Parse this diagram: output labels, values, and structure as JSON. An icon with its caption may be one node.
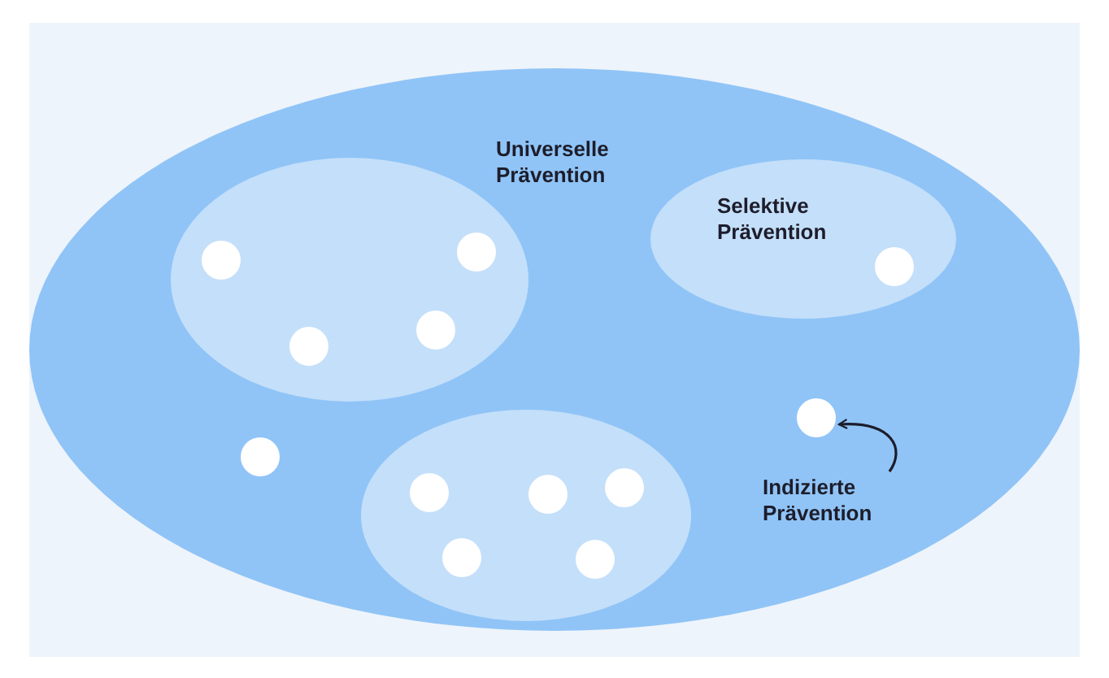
{
  "diagram": {
    "nodes": [
      {
        "text": [
          "Universelle Prävention"
        ]
      },
      {
        "text": [],
        "shape": "circle",
        "in": 0
      },
      {
        "text": [
          "Selektive Prävention"
        ],
        "in": 0
      },
      {
        "text": [],
        "shape": "circle",
        "in": 0
      },
      {
        "text": [
          "Indizierte Prävention"
        ],
        "in": 0
      },
      {
        "text": [],
        "shape": "circle",
        "in": 0
      }
    ],
    "edges": [
      {
        "from": 4,
        "to": 5,
        "arrow": "to"
      }
    ]
  }
}
